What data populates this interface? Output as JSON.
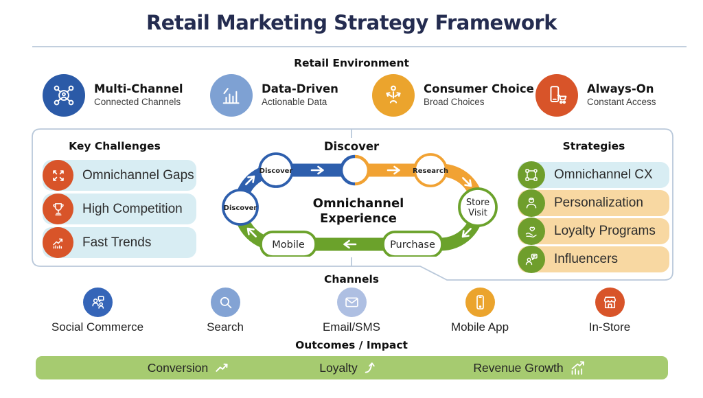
{
  "title": "Retail Marketing Strategy Framework",
  "colors": {
    "navy": "#242c50",
    "divider": "#b9c8da",
    "blue": "#2b5aa7",
    "lightblue": "#7ea1d3",
    "socialblue": "#3565b8",
    "periwinkle": "#aebfe2",
    "orange": "#eba42d",
    "red": "#d85429",
    "green": "#6f9e2c",
    "loopblue": "#2e5fad",
    "looporange": "#f1a233",
    "loopgreen": "#6ba22b",
    "pillcyan": "#d8edf3",
    "pillorange": "#f8d8a2",
    "bargreen": "#a6cb70"
  },
  "environment": {
    "heading": "Retail Environment",
    "items": [
      {
        "title": "Multi-Channel",
        "subtitle": "Connected Channels",
        "icon": "network-hub-icon",
        "color": "#2b5aa7"
      },
      {
        "title": "Data-Driven",
        "subtitle": "Actionable Data",
        "icon": "bar-chart-icon",
        "color": "#7ea1d3"
      },
      {
        "title": "Consumer Choice",
        "subtitle": "Broad Choices",
        "icon": "choice-arrows-icon",
        "color": "#eba42d"
      },
      {
        "title": "Always-On",
        "subtitle": "Constant Access",
        "icon": "phone-cart-icon",
        "color": "#d85429"
      }
    ]
  },
  "challenges": {
    "heading": "Key Challenges",
    "items": [
      {
        "label": "Omnichannel Gaps",
        "icon": "expand-arrows-icon"
      },
      {
        "label": "High Competition",
        "icon": "trophy-icon"
      },
      {
        "label": "Fast Trends",
        "icon": "trend-chart-icon"
      }
    ]
  },
  "journey": {
    "heading": "Discover",
    "center_line1": "Omnichannel",
    "center_line2": "Experience",
    "nodes": {
      "stage_left": "Discover",
      "stage_top_left": "Discover",
      "stage_research": "Research",
      "stage_store_line1": "Store",
      "stage_store_line2": "Visit",
      "stage_purchase": "Purchase",
      "stage_mobile": "Mobile"
    }
  },
  "strategies": {
    "heading": "Strategies",
    "items": [
      {
        "label": "Omnichannel CX",
        "icon": "connected-nodes-icon",
        "pill_color": "#d8edf3"
      },
      {
        "label": "Personalization",
        "icon": "person-icon",
        "pill_color": "#f8d8a2"
      },
      {
        "label": "Loyalty Programs",
        "icon": "hand-heart-icon",
        "pill_color": "#f8d8a2"
      },
      {
        "label": "Influencers",
        "icon": "influencer-icon",
        "pill_color": "#f8d8a2"
      }
    ]
  },
  "channels": {
    "heading": "Channels",
    "items": [
      {
        "label": "Social Commerce",
        "icon": "social-people-icon",
        "color": "#3565b8"
      },
      {
        "label": "Search",
        "icon": "magnifier-icon",
        "color": "#83a3d4"
      },
      {
        "label": "Email/SMS",
        "icon": "envelope-icon",
        "color": "#aebfe2"
      },
      {
        "label": "Mobile App",
        "icon": "smartphone-icon",
        "color": "#eba42d"
      },
      {
        "label": "In-Store",
        "icon": "storefront-icon",
        "color": "#d85429"
      }
    ]
  },
  "outcomes": {
    "heading": "Outcomes / Impact",
    "items": [
      {
        "label": "Conversion",
        "icon": "trend-up-icon"
      },
      {
        "label": "Loyalty",
        "icon": "curve-up-arrow-icon"
      },
      {
        "label": "Revenue Growth",
        "icon": "growth-chart-icon"
      }
    ]
  }
}
